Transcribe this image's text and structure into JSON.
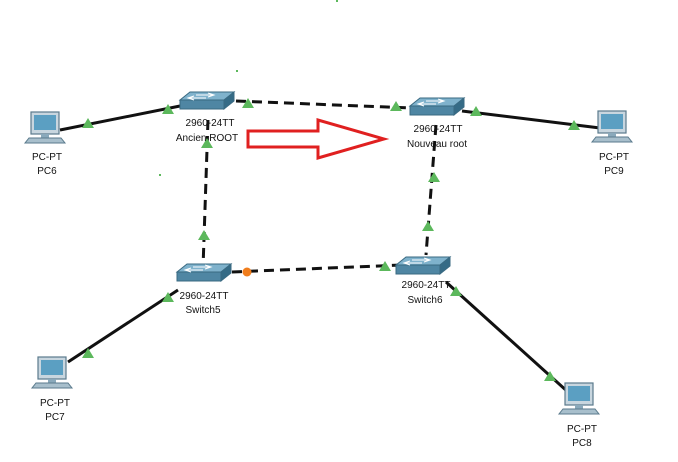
{
  "colors": {
    "link": "#111111",
    "port_up": "#5cb85c",
    "port_blocked": "#f07d1c",
    "arrow": "#e02020",
    "switch_top": "#6fa3bd",
    "switch_side": "#3d6f88",
    "pc_screen": "#5b9fc2",
    "pc_body": "#8aa9bb"
  },
  "nodes": {
    "sw_old": {
      "model": "2960-24TT",
      "name": "Ancien ROOT"
    },
    "sw_new": {
      "model": "2960-24TT",
      "name": "Nouveau root"
    },
    "sw5": {
      "model": "2960-24TT",
      "name": "Switch5"
    },
    "sw6": {
      "model": "2960-24TT",
      "name": "Switch6"
    },
    "pc6": {
      "model": "PC-PT",
      "name": "PC6"
    },
    "pc7": {
      "model": "PC-PT",
      "name": "PC7"
    },
    "pc8": {
      "model": "PC-PT",
      "name": "PC8"
    },
    "pc9": {
      "model": "PC-PT",
      "name": "PC9"
    }
  },
  "links": [
    {
      "id": "pc6-sw_old",
      "style": "solid",
      "ports": [
        "up",
        "up"
      ]
    },
    {
      "id": "sw_old-sw_new",
      "style": "dashed",
      "ports": [
        "up",
        "up"
      ]
    },
    {
      "id": "sw_new-pc9",
      "style": "solid",
      "ports": [
        "up",
        "up"
      ]
    },
    {
      "id": "sw_old-sw5",
      "style": "dashed",
      "ports": [
        "up",
        "up"
      ]
    },
    {
      "id": "sw_new-sw6",
      "style": "dashed",
      "ports": [
        "up",
        "up"
      ]
    },
    {
      "id": "sw5-sw6",
      "style": "dashed",
      "ports": [
        "blocked",
        "up"
      ]
    },
    {
      "id": "sw5-pc7",
      "style": "solid",
      "ports": [
        "up",
        "up"
      ]
    },
    {
      "id": "sw6-pc8",
      "style": "solid",
      "ports": [
        "up",
        "up"
      ]
    }
  ],
  "annotation_arrow": {
    "from": "sw_old",
    "to": "sw_new",
    "color": "#e02020"
  },
  "icons": {
    "switch": "switch-icon",
    "pc": "pc-icon"
  }
}
